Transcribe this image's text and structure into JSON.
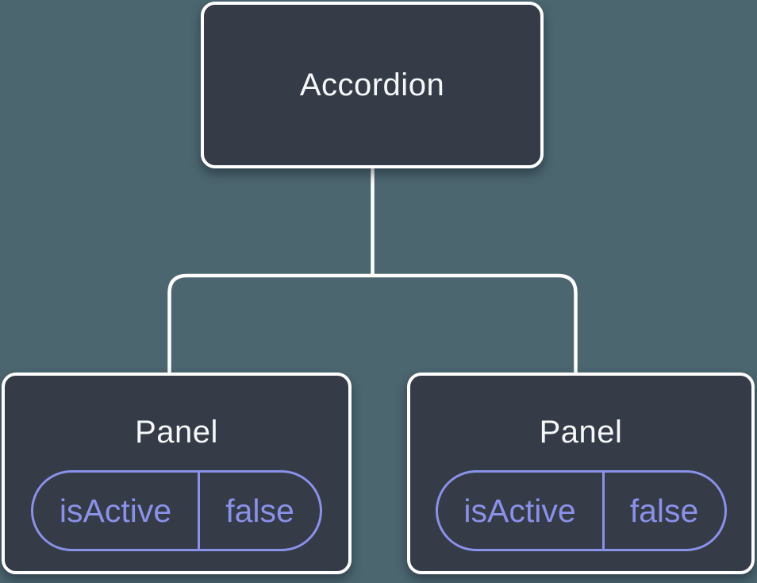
{
  "diagram": {
    "description": "Component tree diagram: Accordion parent with two Panel children, each holding its own isActive state",
    "tree": {
      "root": {
        "label": "Accordion"
      },
      "children": [
        {
          "label": "Panel",
          "state": {
            "key": "isActive",
            "value": "false"
          }
        },
        {
          "label": "Panel",
          "state": {
            "key": "isActive",
            "value": "false"
          }
        }
      ]
    },
    "colors": {
      "background": "#4c6670",
      "node_fill": "#353b47",
      "node_border": "#ffffff",
      "node_text": "#f6f7f9",
      "connector": "#ffffff",
      "state_accent": "#8a91e8"
    }
  }
}
